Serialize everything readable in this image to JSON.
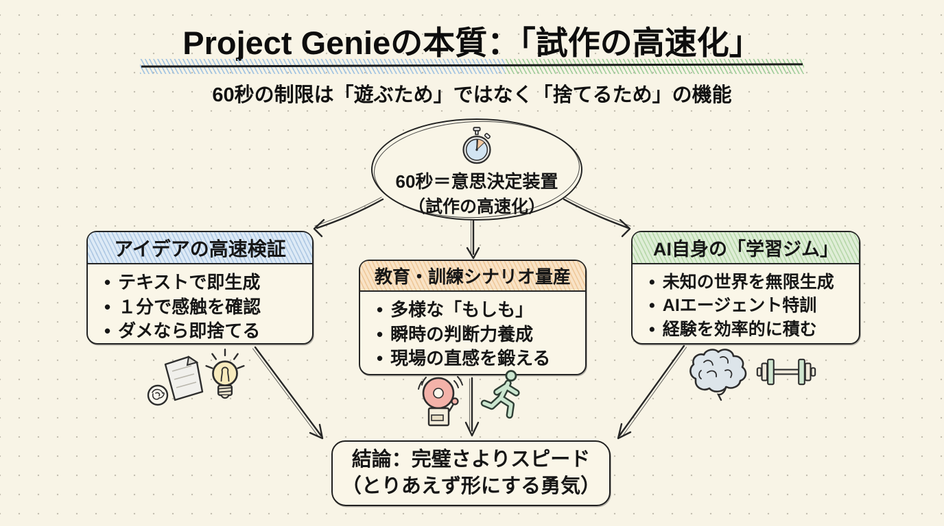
{
  "page": {
    "title": "Project Genieの本質：「試作の高速化」",
    "subtitle": "60秒の制限は「遊ぶため」ではなく「捨てるため」の機能"
  },
  "center_node": {
    "icon": "stopwatch-icon",
    "line1": "60秒＝意思決定装置",
    "line2": "（試作の高速化）"
  },
  "branches": [
    {
      "header": "アイデアの高速検証",
      "header_color": "#ddeaf6",
      "bullets": [
        "テキストで即生成",
        "１分で感触を確認",
        "ダメなら即捨てる"
      ],
      "icons": [
        "crumpled-paper-icon",
        "lightbulb-icon"
      ]
    },
    {
      "header": "教育・訓練シナリオ量産",
      "header_color": "#f9e3c6",
      "bullets": [
        "多様な「もしも」",
        "瞬時の判断力養成",
        "現場の直感を鍛える"
      ],
      "icons": [
        "alarm-bell-icon",
        "runner-icon"
      ]
    },
    {
      "header": "AI自身の「学習ジム」",
      "header_color": "#dfeed7",
      "bullets": [
        "未知の世界を無限生成",
        "AIエージェント特訓",
        "経験を効率的に積む"
      ],
      "icons": [
        "brain-icon",
        "dumbbell-icon"
      ]
    }
  ],
  "conclusion": {
    "line1": "結論：完璧さよりスピード",
    "line2": "（とりあえず形にする勇気）"
  },
  "colors": {
    "background": "#f8f4e6",
    "ink": "#242424",
    "underline_blue": "#a4c5e2",
    "underline_green": "#a4cf9e",
    "branch_blue": "#ddeaf6",
    "branch_orange": "#f9e3c6",
    "branch_green": "#dfeed7",
    "stopwatch_face_blue": "#d2e4f2",
    "stopwatch_wedge_orange": "#f6c9a0",
    "bulb_yellow": "#f8ebbd",
    "alarm_red": "#f3b2a9",
    "runner_green": "#cbe6cf",
    "brain_gray": "#dde5ea",
    "dumbbell_green": "#cfe6cf"
  }
}
